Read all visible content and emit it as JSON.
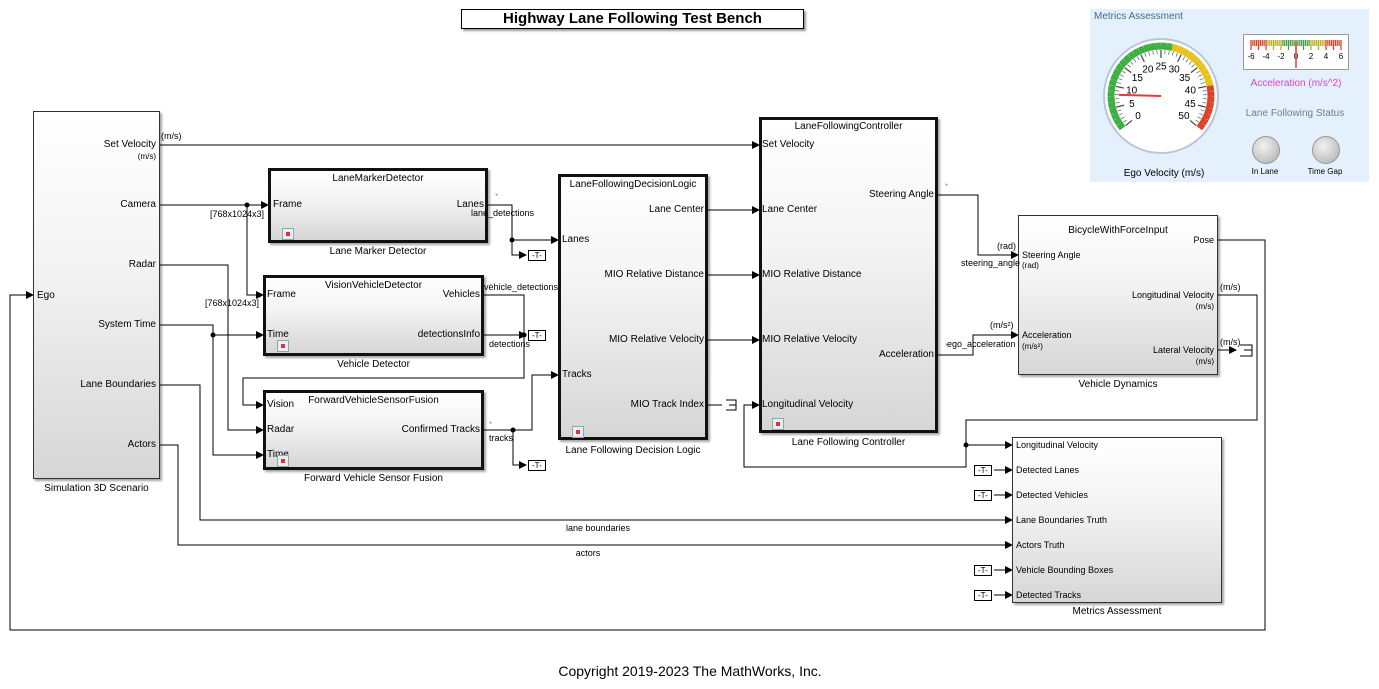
{
  "title": "Highway Lane Following Test Bench",
  "copyright": "Copyright 2019-2023 The MathWorks, Inc.",
  "blocks": {
    "scenario": {
      "name": "Simulation 3D Scenario",
      "in_ego": "Ego",
      "out_set_velocity": "Set Velocity",
      "out_set_velocity_unit": "(m/s)",
      "out_camera": "Camera",
      "out_radar": "Radar",
      "out_system_time": "System Time",
      "out_lane_boundaries": "Lane Boundaries",
      "out_actors": "Actors"
    },
    "lane_marker": {
      "title": "LaneMarkerDetector",
      "name": "Lane Marker Detector",
      "in_frame": "Frame",
      "out_lanes": "Lanes"
    },
    "vision": {
      "title": "VisionVehicleDetector",
      "name": "Vehicle Detector",
      "in_frame": "Frame",
      "in_time": "Time",
      "out_vehicles": "Vehicles",
      "out_info": "detectionsInfo"
    },
    "fusion": {
      "title": "ForwardVehicleSensorFusion",
      "name": "Forward Vehicle Sensor Fusion",
      "in_vision": "Vision",
      "in_radar": "Radar",
      "in_time": "Time",
      "out_tracks": "Confirmed Tracks"
    },
    "decision": {
      "title": "LaneFollowingDecisionLogic",
      "name": "Lane Following Decision Logic",
      "in_lanes": "Lanes",
      "in_tracks": "Tracks",
      "out_lane_center": "Lane Center",
      "out_mio_dist": "MIO Relative Distance",
      "out_mio_vel": "MIO Relative Velocity",
      "out_mio_idx": "MIO Track Index"
    },
    "controller": {
      "title": "LaneFollowingController",
      "name": "Lane Following Controller",
      "in_set_velocity": "Set Velocity",
      "in_lane_center": "Lane Center",
      "in_mio_dist": "MIO Relative Distance",
      "in_mio_vel": "MIO Relative Velocity",
      "in_long_vel": "Longitudinal Velocity",
      "out_steering": "Steering Angle",
      "out_accel": "Acceleration"
    },
    "dynamics": {
      "title": "BicycleWithForceInput",
      "name": "Vehicle Dynamics",
      "in_steering": "Steering Angle",
      "in_steering_unit": "(rad)",
      "in_accel": "Acceleration",
      "in_accel_unit": "(m/s²)",
      "out_pose": "Pose",
      "out_long_vel": "Longitudinal Velocity",
      "out_long_vel_unit": "(m/s)",
      "out_lat_vel": "Lateral Velocity",
      "out_lat_vel_unit": "(m/s)"
    },
    "metrics": {
      "name": "Metrics Assessment",
      "inputs": [
        "Longitudinal Velocity",
        "Detected Lanes",
        "Detected Vehicles",
        "Lane Boundaries Truth",
        "Actors Truth",
        "Vehicle Bounding Boxes",
        "Detected Tracks"
      ]
    }
  },
  "signals": {
    "set_velocity_unit": "(m/s)",
    "camera_dims_1": "[768x1024x3]",
    "camera_dims_2": "[768x1024x3]",
    "lane_detections": "lane_detections",
    "vehicle_detections": "vehicle_detections",
    "detections": "detections",
    "tracks": "tracks",
    "steering_angle": "steering_angle",
    "rad": "(rad)",
    "ego_acceleration": "ego_acceleration",
    "accel_unit": "(m/s²)",
    "mps_long": "(m/s)",
    "mps_lat": "(m/s)",
    "lane_boundaries": "lane boundaries",
    "actors": "actors",
    "goto_tag": "-T-"
  },
  "dashboard": {
    "title": "Metrics Assessment",
    "speedometer": {
      "label": "Ego Velocity (m/s)",
      "ticks": [
        "0",
        "5",
        "10",
        "15",
        "20",
        "25",
        "30",
        "35",
        "40",
        "45",
        "50"
      ],
      "min": 0,
      "max": 50,
      "value": 8
    },
    "accel_gauge": {
      "label": "Acceleration (m/s^2)",
      "ticks": [
        "-6",
        "-4",
        "-2",
        "0",
        "2",
        "4",
        "6"
      ],
      "min": -6,
      "max": 6,
      "value": 0,
      "label_color": "#e23fd1"
    },
    "status": {
      "title": "Lane Following Status",
      "lamps": [
        "In Lane",
        "Time Gap"
      ]
    }
  }
}
